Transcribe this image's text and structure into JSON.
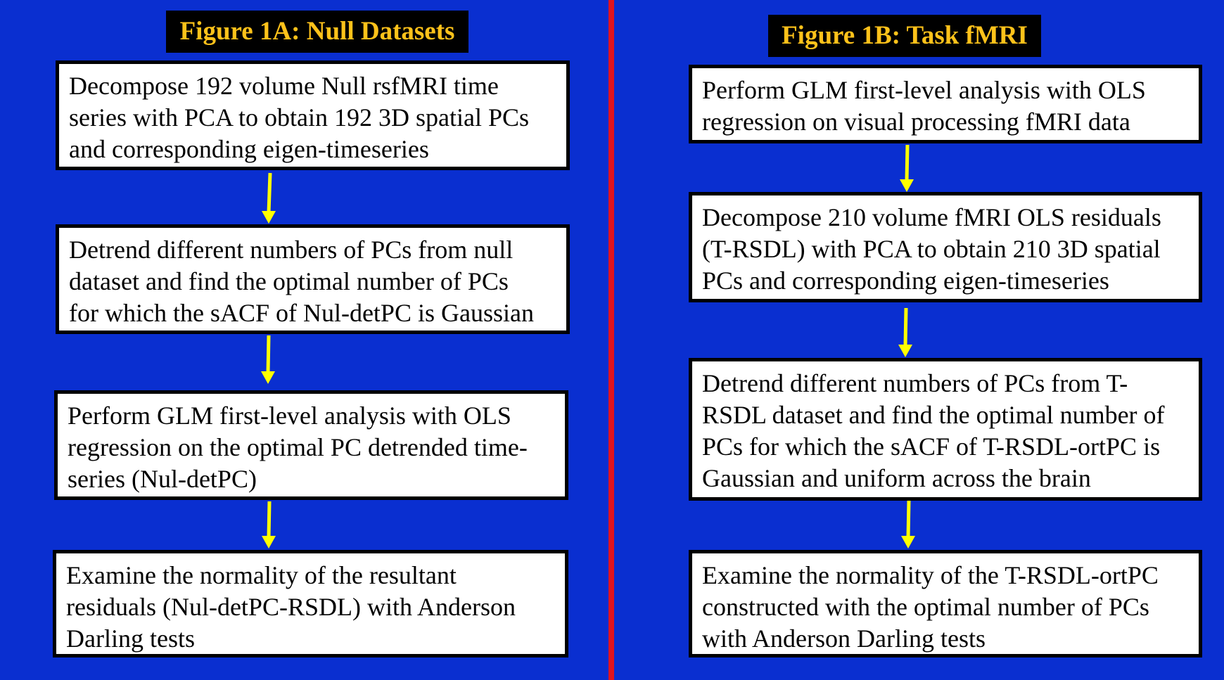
{
  "colors": {
    "background": "#0a2fd0",
    "divider": "#e0141e",
    "title_bg": "#000000",
    "title_text": "#ffc21a",
    "box_bg": "#ffffff",
    "box_border": "#000000",
    "arrow": "#ffff00"
  },
  "panel_a": {
    "title": "Figure 1A: Null Datasets",
    "steps": [
      {
        "lines": [
          "Decompose 192 volume Null rsfMRI time",
          "series with PCA to obtain 192 3D spatial PCs",
          "and corresponding eigen-timeseries"
        ]
      },
      {
        "lines": [
          "Detrend different numbers of PCs  from null",
          "dataset and find the optimal number of PCs",
          "for which the sACF of Nul-detPC is Gaussian"
        ]
      },
      {
        "lines": [
          "Perform GLM first-level analysis with OLS",
          "regression on the optimal PC detrended time-",
          "series (Nul-detPC)"
        ]
      },
      {
        "lines": [
          "Examine the normality of the resultant",
          "residuals (Nul-detPC-RSDL) with Anderson",
          "Darling tests"
        ]
      }
    ]
  },
  "panel_b": {
    "title": "Figure 1B: Task fMRI",
    "steps": [
      {
        "lines": [
          "Perform GLM first-level analysis  with OLS",
          "regression on visual processing fMRI data"
        ]
      },
      {
        "lines": [
          "Decompose 210 volume fMRI OLS residuals",
          "(T-RSDL) with PCA to obtain 210 3D spatial",
          "PCs and corresponding eigen-timeseries"
        ]
      },
      {
        "lines": [
          "Detrend different numbers of PCs  from T-",
          "RSDL dataset and find the optimal number of",
          "PCs for which the sACF of T-RSDL-ortPC is",
          "Gaussian and uniform across the brain"
        ]
      },
      {
        "lines": [
          "Examine the normality of the T-RSDL-ortPC",
          "constructed with the optimal number of PCs",
          "with Anderson Darling tests"
        ]
      }
    ]
  }
}
